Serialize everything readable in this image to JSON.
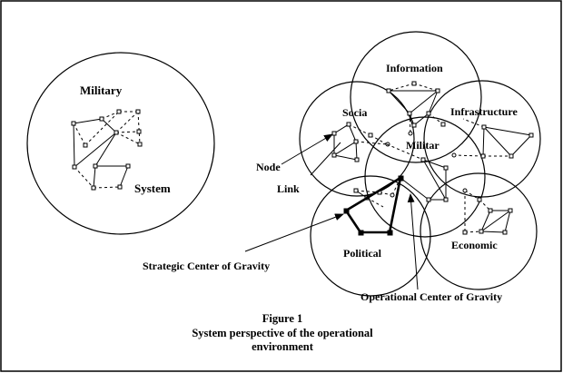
{
  "labels": {
    "military_left": "Military",
    "system": "System",
    "information": "Information",
    "socia": "Socia",
    "infrastructure": "Infrastructure",
    "militar": "Militar",
    "node": "Node",
    "link": "Link",
    "political": "Political",
    "economic": "Economic",
    "strategic_cog": "Strategic Center of Gravity",
    "operational_cog": "Operational Center of Gravity"
  },
  "caption": {
    "title": "Figure 1",
    "line1": "System perspective of the operational",
    "line2": "environment"
  },
  "colors": {
    "stroke": "#000000",
    "background": "#ffffff"
  }
}
